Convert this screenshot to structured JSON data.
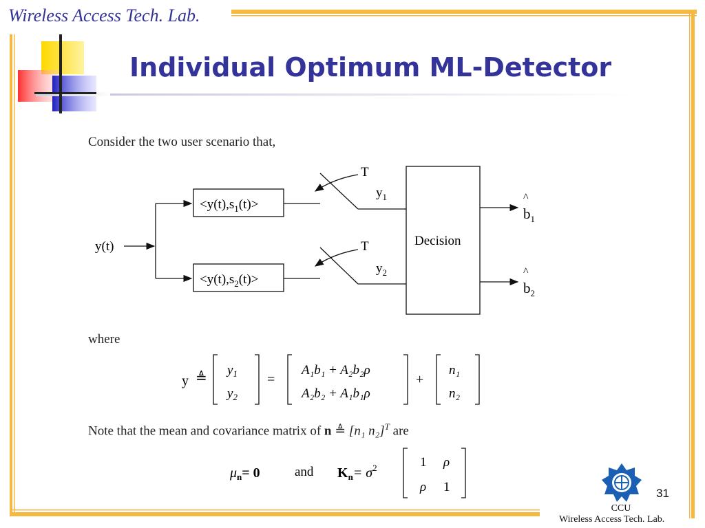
{
  "slide": {
    "header_lab": "Wireless Access Tech. Lab.",
    "title": "Individual Optimum ML-Detector",
    "page_number": "31",
    "footer_org": "CCU",
    "footer_lab": "Wireless Access Tech. Lab.",
    "accent_color": "#333399",
    "border_color": "#f5b942"
  },
  "content": {
    "intro": "Consider the two user scenario that,",
    "where": "where",
    "note": "Note that the mean and covariance matrix of",
    "note_are": "are",
    "and": "and"
  },
  "diagram": {
    "input": "y(t)",
    "corr1": "<y(t),s",
    "corr1_sub": "1",
    "corr1_end": "(t)>",
    "corr2": "<y(t),s",
    "corr2_sub": "2",
    "corr2_end": "(t)>",
    "switch1": "T",
    "switch2": "T",
    "y1": "y",
    "y1_sub": "1",
    "y2": "y",
    "y2_sub": "2",
    "decision": "Decision",
    "out1": "b",
    "out1_sub": "1",
    "out2": "b",
    "out2_sub": "2"
  },
  "equations": {
    "y_lhs": "y",
    "y1": "y",
    "y1_sub": "1",
    "y2": "y",
    "y2_sub": "2",
    "row1": "A₁b₁ + A₂b₂ρ",
    "row2": "A₂b₂ + A₁b₁ρ",
    "n1": "n₁",
    "n2": "n₂",
    "n_def": "[n₁ n₂]",
    "transpose": "T",
    "mu": "μ",
    "mu_sub": "n",
    "mu_rhs": "= 0",
    "K": "K",
    "K_sub": "n",
    "K_rhs": "= σ",
    "K_sup": "2",
    "k11": "1",
    "k12": "ρ",
    "k21": "ρ",
    "k22": "1"
  }
}
